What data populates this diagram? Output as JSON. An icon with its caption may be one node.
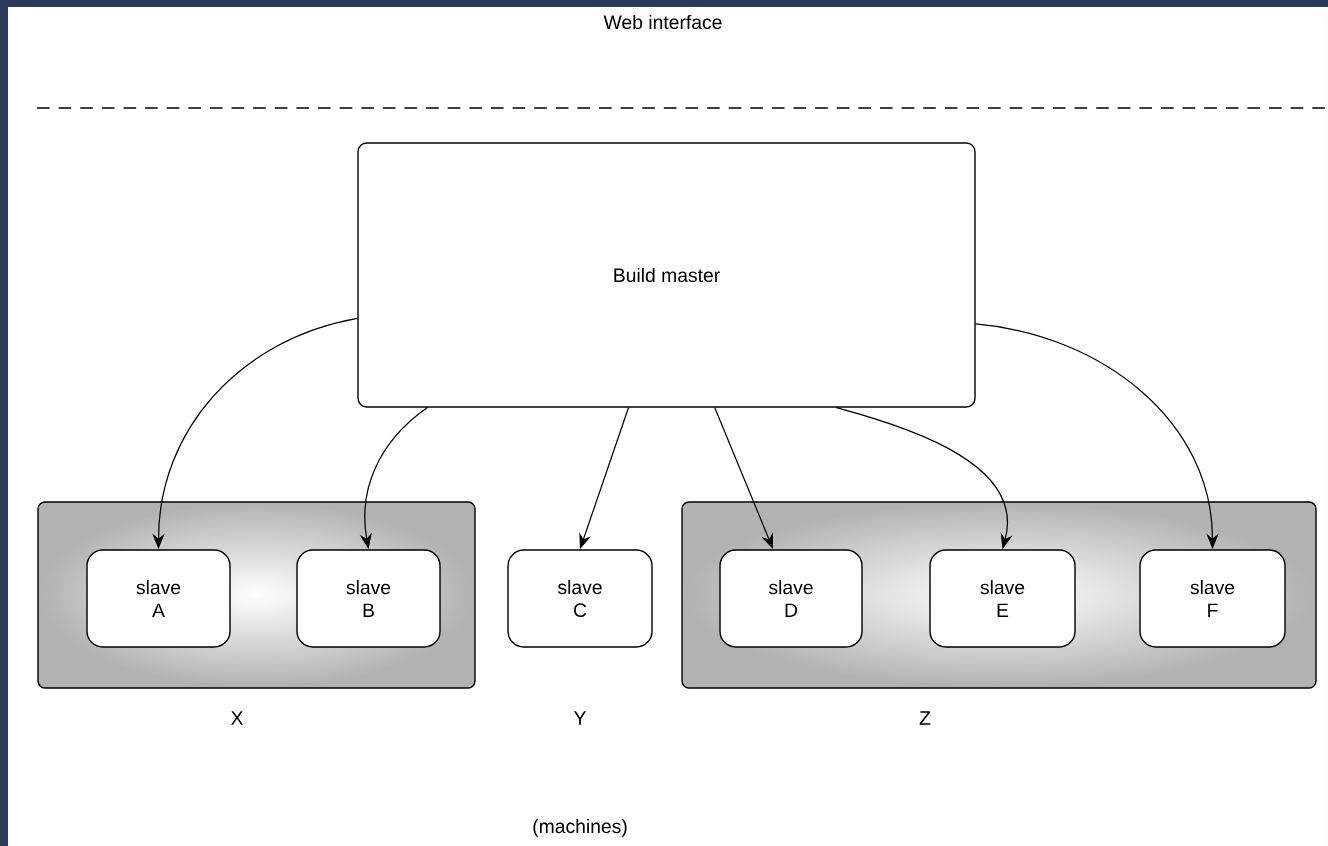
{
  "diagram": {
    "nodes": [
      {
        "text": [
          "Build master"
        ]
      },
      {
        "text": [],
        "shape": "box",
        "beside": [
          "X"
        ]
      },
      {
        "text": [
          "slave A"
        ],
        "in": 1
      },
      {
        "text": [
          "slave B"
        ],
        "in": 1
      },
      {
        "text": [
          "slave C"
        ],
        "beside": [
          "Y"
        ]
      },
      {
        "text": [],
        "shape": "box",
        "beside": [
          "Z"
        ]
      },
      {
        "text": [
          "slave D"
        ],
        "in": 5
      },
      {
        "text": [
          "slave E"
        ],
        "in": 5
      },
      {
        "text": [
          "slave F"
        ],
        "in": 5
      }
    ],
    "edges": [
      {
        "from": 0,
        "to": 2,
        "arrow": "to"
      },
      {
        "from": 0,
        "to": 3,
        "arrow": "to"
      },
      {
        "from": 0,
        "to": 4,
        "arrow": "to"
      },
      {
        "from": 0,
        "to": 6,
        "arrow": "to"
      },
      {
        "from": 0,
        "to": 7,
        "arrow": "to"
      },
      {
        "from": 0,
        "to": 8,
        "arrow": "to"
      }
    ],
    "labels": [
      "Web interface",
      "(machines)"
    ]
  }
}
